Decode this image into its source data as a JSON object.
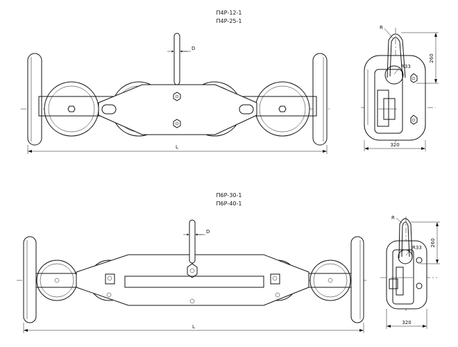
{
  "top_assembly": {
    "title_line1": "П4Р-12-1",
    "title_line2": "П4Р-25-1",
    "dim_D": "D",
    "dim_L": "L",
    "dim_R": "R",
    "dim_R33": "R33",
    "dim_260": "260",
    "dim_320": "320"
  },
  "bottom_assembly": {
    "title_line1": "П6Р-30-1",
    "title_line2": "П6Р-40-1",
    "dim_D": "D",
    "dim_L": "L",
    "dim_R": "R",
    "dim_R33": "R33",
    "dim_260": "260",
    "dim_320": "320"
  }
}
